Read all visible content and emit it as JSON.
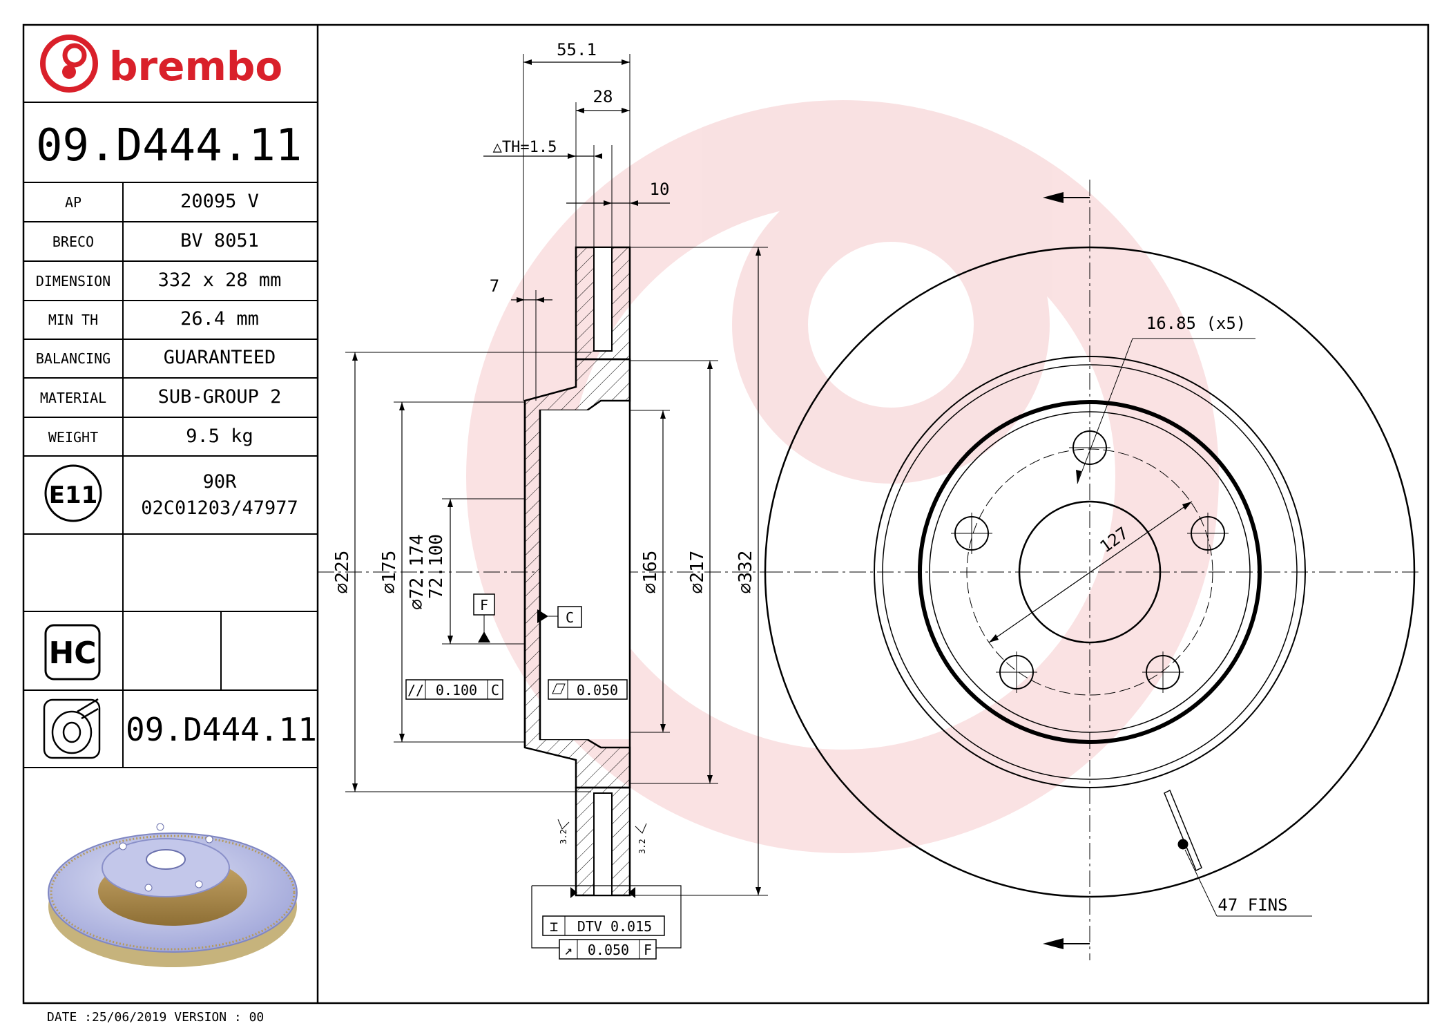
{
  "brand": {
    "name": "brembo",
    "color": "#d9202a"
  },
  "part_number": "09.D444.11",
  "specs": [
    {
      "label": "AP",
      "value": "20095 V"
    },
    {
      "label": "BRECO",
      "value": "BV 8051"
    },
    {
      "label": "DIMENSION",
      "value": "332 x 28 mm"
    },
    {
      "label": "MIN TH",
      "value": "26.4 mm"
    },
    {
      "label": "BALANCING",
      "value": "GUARANTEED"
    },
    {
      "label": "MATERIAL",
      "value": "SUB-GROUP 2"
    },
    {
      "label": "WEIGHT",
      "value": "9.5 kg"
    }
  ],
  "approval": {
    "mark": "E11",
    "line1": "90R",
    "line2": "02C01203/47977"
  },
  "hc_badge": "HC",
  "bottom_part_number": "09.D444.11",
  "footer": "DATE :25/06/2019 VERSION : 00",
  "dimensions": {
    "overall_width": "55.1",
    "thickness": "28",
    "delta_th": "△TH=1.5",
    "vent_width": "10",
    "offset": "7",
    "d_225": "225",
    "d_175": "175",
    "d_72_174": "72.174",
    "d_72_100": "72.100",
    "d_165": "165",
    "d_217": "217",
    "d_332": "332",
    "bolt_circle": "127",
    "holes": "16.85 (x5)",
    "fins": "47 FINS"
  },
  "datums": {
    "f": "F",
    "c": "C"
  },
  "tolerances": {
    "parallelism": "0.100",
    "parallelism_ref": "C",
    "flatness": "0.050",
    "dtv": "DTV 0.015",
    "runout": "0.050",
    "runout_ref": "F"
  },
  "roughness": {
    "a": "3.2",
    "b": "3.2"
  }
}
